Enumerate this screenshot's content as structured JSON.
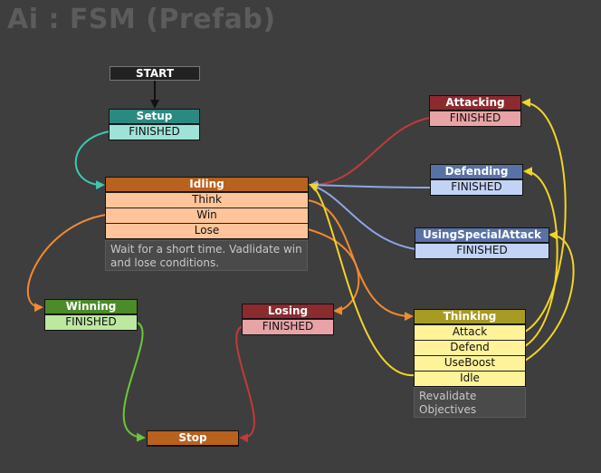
{
  "title": "Ai : FSM (Prefab)",
  "start_label": "START",
  "states": {
    "setup": {
      "name": "Setup",
      "events": [
        "FINISHED"
      ],
      "color": "#2a8a82",
      "event_color": "#9fe3d8"
    },
    "idling": {
      "name": "Idling",
      "events": [
        "Think",
        "Win",
        "Lose"
      ],
      "color": "#b8621e",
      "event_color": "#ffc499"
    },
    "attacking": {
      "name": "Attacking",
      "events": [
        "FINISHED"
      ],
      "color": "#8b2a2f",
      "event_color": "#e8a3a6"
    },
    "defending": {
      "name": "Defending",
      "events": [
        "FINISHED"
      ],
      "color": "#5872a8",
      "event_color": "#c2d3f6"
    },
    "using_special_attack": {
      "name": "UsingSpecialAttack",
      "events": [
        "FINISHED"
      ],
      "color": "#5872a8",
      "event_color": "#c2d3f6"
    },
    "winning": {
      "name": "Winning",
      "events": [
        "FINISHED"
      ],
      "color": "#4d8a2a",
      "event_color": "#bce8a0"
    },
    "losing": {
      "name": "Losing",
      "events": [
        "FINISHED"
      ],
      "color": "#8b2a2f",
      "event_color": "#e8a3a6"
    },
    "thinking": {
      "name": "Thinking",
      "events": [
        "Attack",
        "Defend",
        "UseBoost",
        "Idle"
      ],
      "color": "#a79b22",
      "event_color": "#fff39a"
    },
    "stop": {
      "name": "Stop",
      "events": [],
      "color": "#b8621e",
      "event_color": "#ffc499"
    }
  },
  "comments": {
    "idling": "Wait for a short time. Vadlidate win and lose conditions.",
    "thinking": "Revalidate Objectives"
  },
  "transitions": [
    {
      "from": "START",
      "to": "Setup",
      "color": "#111111"
    },
    {
      "from": "Setup.FINISHED",
      "to": "Idling",
      "color": "#3fc6b0"
    },
    {
      "from": "Idling.Think",
      "to": "Thinking",
      "color": "#f28a30"
    },
    {
      "from": "Idling.Win",
      "to": "Winning",
      "color": "#f28a30"
    },
    {
      "from": "Idling.Lose",
      "to": "Losing",
      "color": "#f28a30"
    },
    {
      "from": "Attacking.FINISHED",
      "to": "Idling",
      "color": "#c23a3a"
    },
    {
      "from": "Defending.FINISHED",
      "to": "Idling",
      "color": "#8ea6e6"
    },
    {
      "from": "UsingSpecialAttack.FINISHED",
      "to": "Idling",
      "color": "#8ea6e6"
    },
    {
      "from": "Thinking.Attack",
      "to": "Attacking",
      "color": "#f2d42a"
    },
    {
      "from": "Thinking.Defend",
      "to": "Defending",
      "color": "#f2d42a"
    },
    {
      "from": "Thinking.UseBoost",
      "to": "UsingSpecialAttack",
      "color": "#f2d42a"
    },
    {
      "from": "Thinking.Idle",
      "to": "Idling",
      "color": "#f2d42a"
    },
    {
      "from": "Winning.FINISHED",
      "to": "Stop",
      "color": "#6cc63a"
    },
    {
      "from": "Losing.FINISHED",
      "to": "Stop",
      "color": "#c23a3a"
    }
  ]
}
